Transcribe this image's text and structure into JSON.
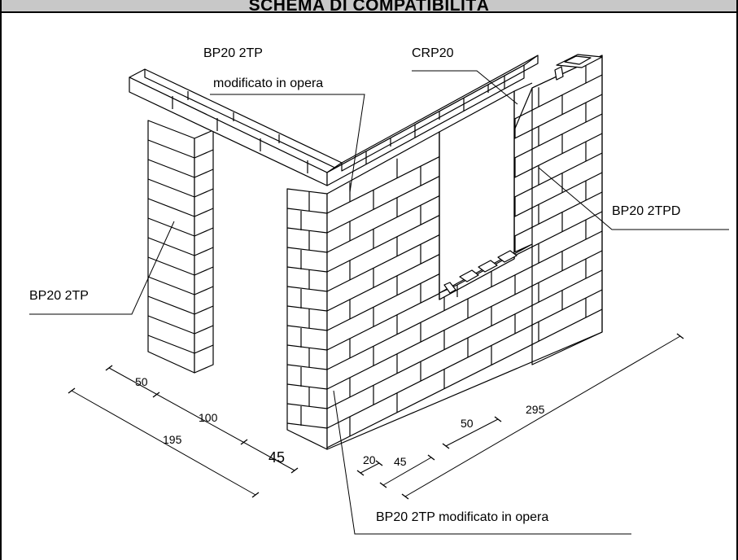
{
  "header": {
    "title": "SCHEMA DI COMPATIBILITÀ"
  },
  "labels": {
    "top_left_line1": "BP20 2TP",
    "top_left_line2": "modificato in opera",
    "crp": "CRP20",
    "right": "BP20 2TPD",
    "left": "BP20 2TP",
    "bottom": "BP20 2TP modificato in opera"
  },
  "dimensions": {
    "d50_left": "50",
    "d100": "100",
    "d195": "195",
    "d45_left": "45",
    "d20": "20",
    "d45_right": "45",
    "d50_right": "50",
    "d295": "295"
  }
}
